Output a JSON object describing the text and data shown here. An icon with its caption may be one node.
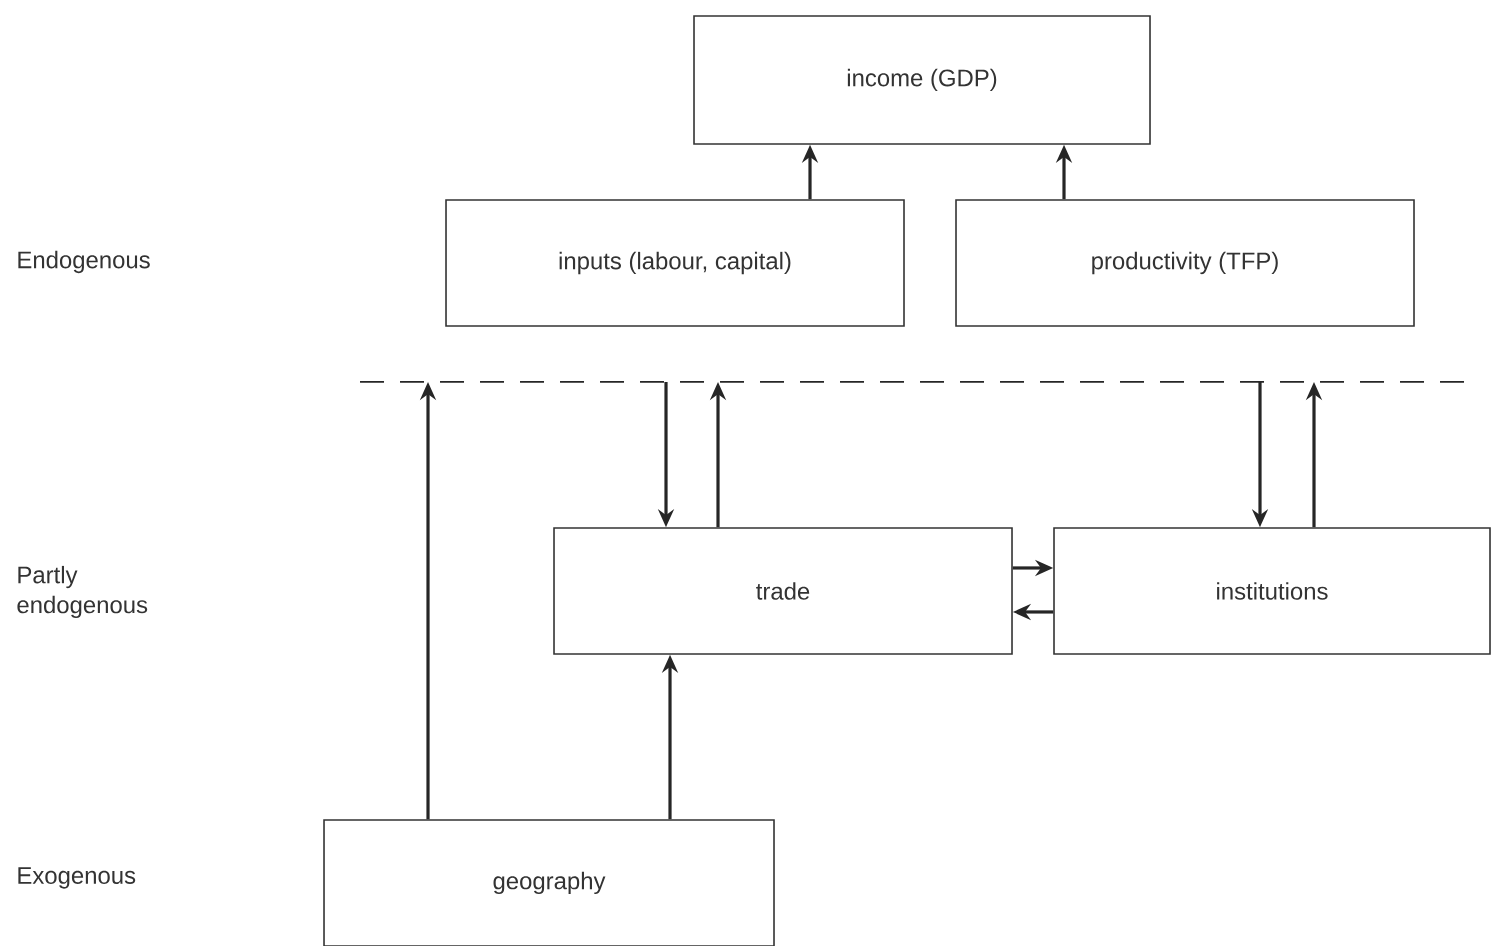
{
  "diagram": {
    "nodes": [
      {
        "text": [
          "income (GDP)"
        ]
      },
      {
        "text": [
          "inputs (labour, capital)"
        ]
      },
      {
        "text": [
          "productivity (TFP)"
        ]
      },
      {
        "text": [
          "trade"
        ]
      },
      {
        "text": [
          "institutions"
        ]
      },
      {
        "text": [
          "geography"
        ]
      }
    ],
    "edges": [
      {
        "from": 1,
        "to": 0,
        "arrow": "to"
      },
      {
        "from": 2,
        "to": 0,
        "arrow": "to"
      },
      {
        "from": 5,
        "to": null,
        "arrow": "to"
      },
      {
        "from": null,
        "to": 3,
        "arrow": "to"
      },
      {
        "from": 3,
        "to": null,
        "arrow": "to"
      },
      {
        "from": null,
        "to": 4,
        "arrow": "to"
      },
      {
        "from": 4,
        "to": null,
        "arrow": "to"
      },
      {
        "from": 3,
        "to": 4,
        "arrow": "to"
      },
      {
        "from": 4,
        "to": 3,
        "arrow": "to"
      },
      {
        "from": 5,
        "to": 3,
        "arrow": "to"
      }
    ],
    "labels": [
      "Endogenous",
      "Partly endogenous",
      "Exogenous"
    ]
  }
}
